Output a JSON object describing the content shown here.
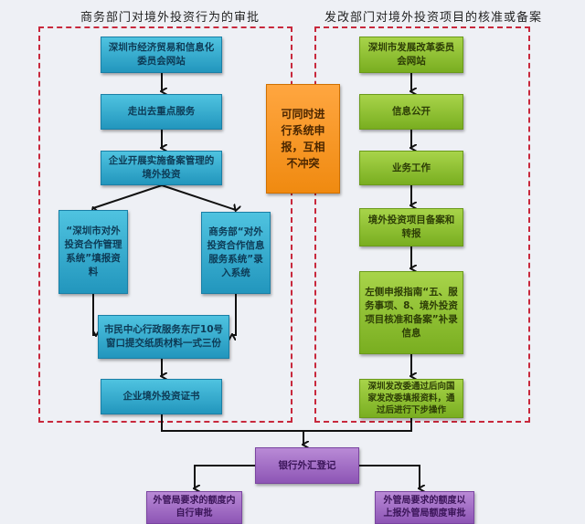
{
  "left_section": {
    "title": "商务部门对境外投资行为的审批",
    "steps": [
      "深圳市经济贸易和信息化委员会网站",
      "走出去重点服务",
      "企业开展实施备案管理的境外投资",
      "“深圳市对外投资合作管理系统”填报资料",
      "商务部“对外投资合作信息服务系统”录入系统",
      "市民中心行政服务东厅10号窗口提交纸质材料一式三份",
      "企业境外投资证书"
    ]
  },
  "right_section": {
    "title": "发改部门对境外投资项目的核准或备案",
    "steps": [
      "深圳市发展改革委员会网站",
      "信息公开",
      "业务工作",
      "境外投资项目备案和转报",
      "左侧申报指南“五、服务事项、8、境外投资项目核准和备案”补录信息",
      "深圳发改委通过后向国家发改委填报资料，通过后进行下步操作"
    ]
  },
  "middle_note": "可同时进行系统申报，互相不冲突",
  "bank": {
    "label": "银行外汇登记",
    "left_outcome": "外管局要求的额度内自行审批",
    "right_outcome": "外管局要求的额度以上报外管局额度审批"
  }
}
